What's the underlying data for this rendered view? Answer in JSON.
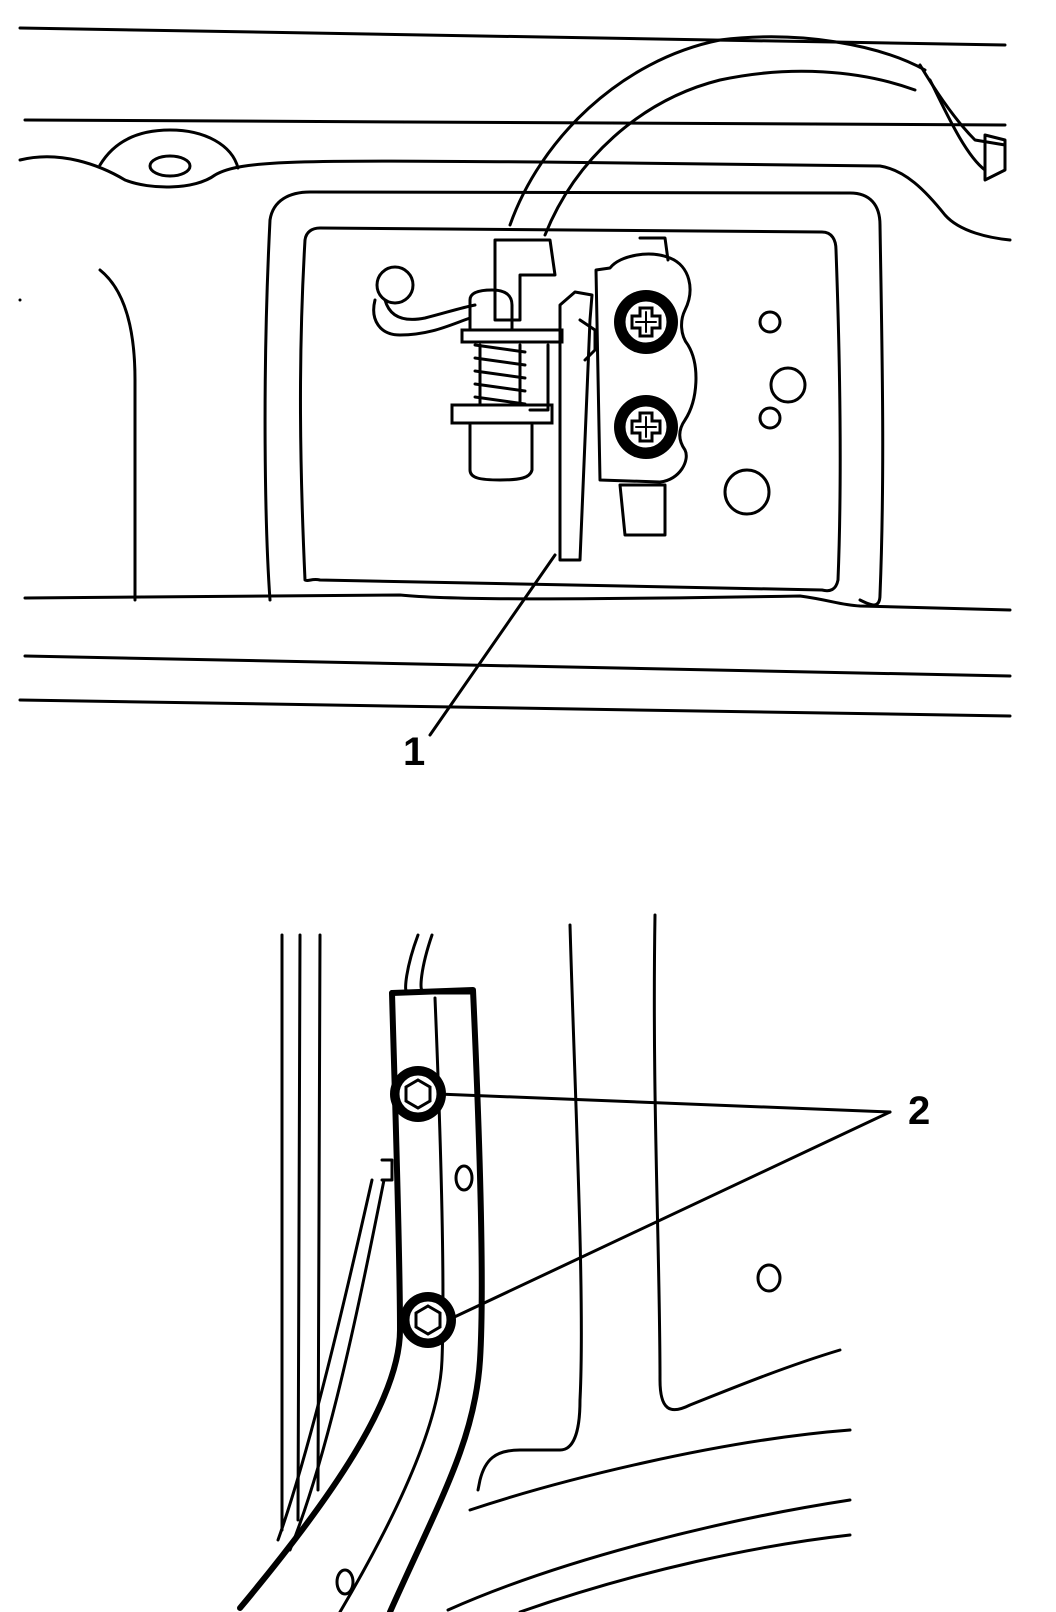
{
  "figure": {
    "panels": [
      {
        "id": "top",
        "callouts": [
          {
            "label": "1"
          }
        ]
      },
      {
        "id": "bottom",
        "callouts": [
          {
            "label": "2"
          }
        ]
      }
    ]
  },
  "colors": {
    "line": "#000000",
    "background": "#ffffff"
  }
}
